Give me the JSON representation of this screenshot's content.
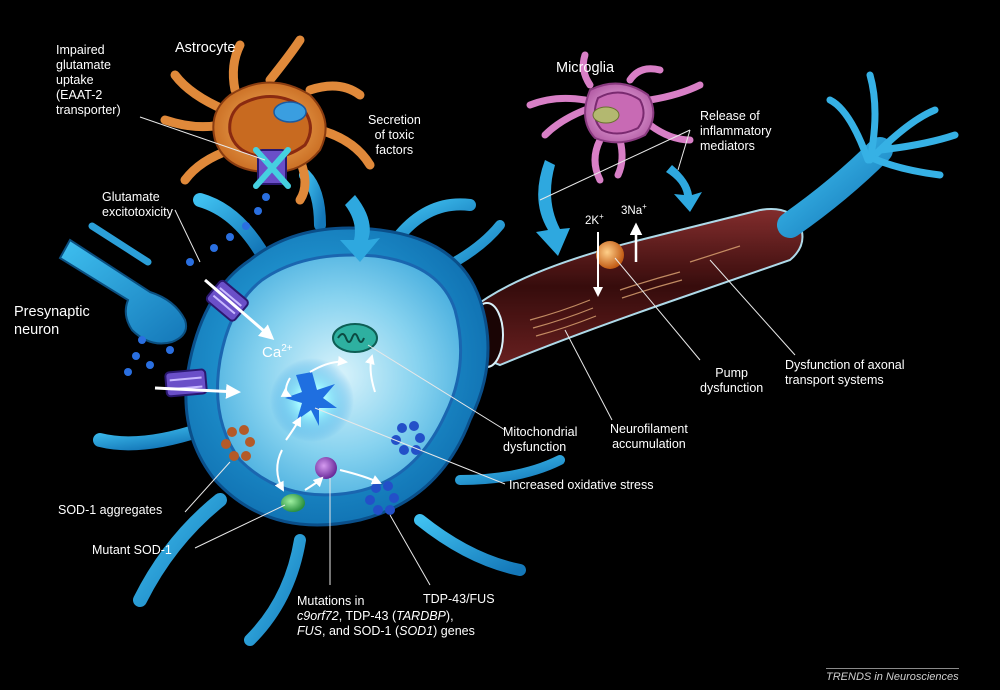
{
  "diagram": {
    "cells": {
      "astrocyte": "Astrocyte",
      "microglia": "Microglia",
      "presynaptic_neuron": [
        "Presynaptic",
        "neuron"
      ]
    },
    "labels": {
      "impaired_glutamate_uptake": [
        "Impaired",
        "glutamate",
        "uptake",
        "(EAAT-2",
        "transporter)"
      ],
      "secretion_toxic_factors": [
        "Secretion",
        "of toxic",
        "factors"
      ],
      "glutamate_excitotoxicity": [
        "Glutamate",
        "excitotoxicity"
      ],
      "release_inflammatory": [
        "Release of",
        "inflammatory",
        "mediators"
      ],
      "mitochondrial_dysfunction": [
        "Mitochondrial",
        "dysfunction"
      ],
      "neurofilament_accumulation": [
        "Neurofilament",
        "accumulation"
      ],
      "pump_dysfunction": [
        "Pump",
        "dysfunction"
      ],
      "axonal_transport": [
        "Dysfunction of axonal",
        "transport systems"
      ],
      "oxidative_stress": "Increased oxidative stress",
      "sod1_aggregates": "SOD-1 aggregates",
      "mutant_sod1": "Mutant SOD-1",
      "tdp43_fus": "TDP-43/FUS",
      "mutations": {
        "line1": "Mutations in",
        "line2": [
          "c9orf72",
          ", TDP-43 (",
          "TARDBP",
          "),"
        ],
        "line3": [
          "FUS",
          ", and SOD-1 (",
          "SOD1",
          ") genes"
        ]
      }
    },
    "chem": {
      "calcium": "Ca",
      "calcium_sup": "2+",
      "potassium": "2K",
      "potassium_sup": "+",
      "sodium": "3Na",
      "sodium_sup": "+"
    },
    "footer": {
      "brand": "TRENDS",
      "rest": " in Neurosciences"
    },
    "colors": {
      "background": "#000000",
      "neuron_body": "#1e9ad6",
      "neuron_inner": "#7fd0f2",
      "astrocyte": "#e0893a",
      "microglia": "#d87fc6",
      "axon_sheath": "#5a1a1a",
      "arrow_blue": "#2ea8df",
      "glutamate_dot": "#2a6fe0",
      "label_text": "#ffffff"
    }
  }
}
